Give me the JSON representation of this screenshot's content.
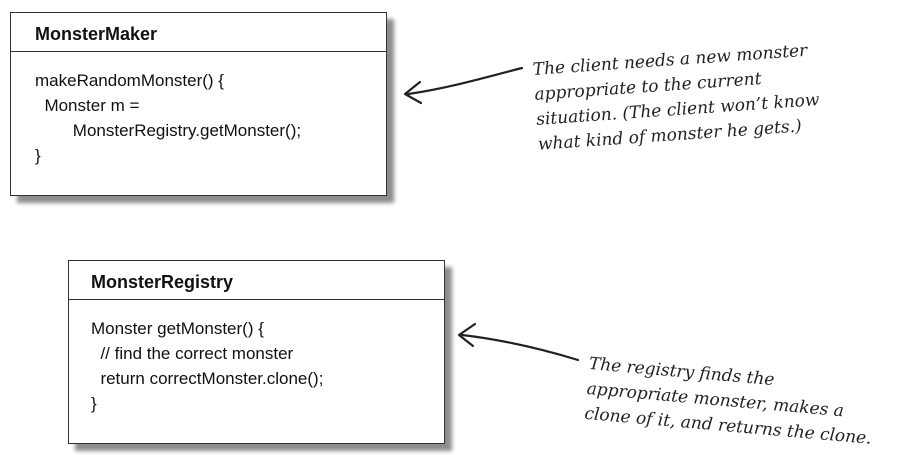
{
  "monster_maker": {
    "title": "MonsterMaker",
    "lines": [
      "makeRandomMonster() {",
      "  Monster m =",
      "        MonsterRegistry.getMonster();",
      "}"
    ]
  },
  "monster_registry": {
    "title": "MonsterRegistry",
    "lines": [
      "Monster getMonster() {",
      "  // find the correct monster",
      "  return correctMonster.clone();",
      "}"
    ]
  },
  "notes": {
    "client": [
      "The client needs a new monster",
      "appropriate to the current",
      "situation. (The client won’t know",
      "what kind of monster he gets.)"
    ],
    "registry": [
      "The registry finds the",
      "appropriate monster, makes a",
      "clone of it, and returns the clone."
    ]
  }
}
